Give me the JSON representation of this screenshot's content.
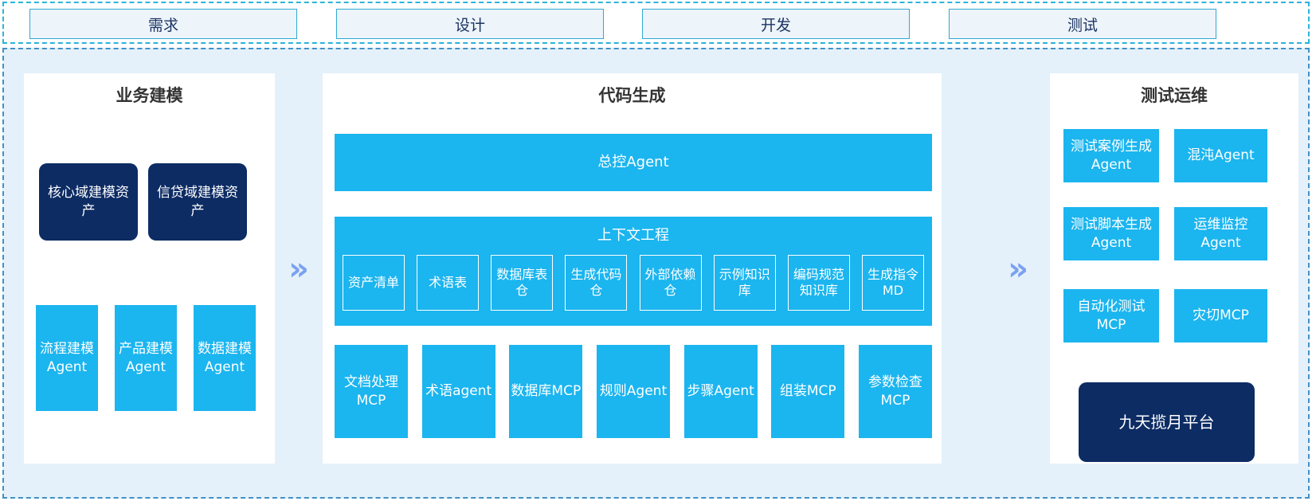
{
  "stages": [
    {
      "label": "需求"
    },
    {
      "label": "设计"
    },
    {
      "label": "开发"
    },
    {
      "label": "测试"
    }
  ],
  "arrow_glyph": "»",
  "colors": {
    "cyan": "#1bb5ef",
    "navy": "#0d2c64",
    "band_background": "#e4f1fa",
    "stage_border": "#2fa9d2",
    "top_band_border": "#2cb3da",
    "main_band_border": "#4291c5",
    "arrow": "#7ba1f0"
  },
  "panels": {
    "business_modeling": {
      "title": "业务建模",
      "asset_boxes": [
        {
          "label": "核心域建模资产"
        },
        {
          "label": "信贷域建模资产"
        }
      ],
      "agent_boxes": [
        {
          "label": "流程建模Agent"
        },
        {
          "label": "产品建模Agent"
        },
        {
          "label": "数据建模Agent"
        }
      ]
    },
    "code_generation": {
      "title": "代码生成",
      "master_agent": "总控Agent",
      "context_engineering": {
        "title": "上下文工程",
        "items": [
          {
            "label": "资产清单"
          },
          {
            "label": "术语表"
          },
          {
            "label": "数据库表仓"
          },
          {
            "label": "生成代码仓"
          },
          {
            "label": "外部依赖仓"
          },
          {
            "label": "示例知识库"
          },
          {
            "label": "编码规范知识库"
          },
          {
            "label": "生成指令MD"
          }
        ]
      },
      "tools": [
        {
          "label": "文档处理MCP"
        },
        {
          "label": "术语agent"
        },
        {
          "label": "数据库MCP"
        },
        {
          "label": "规则Agent"
        },
        {
          "label": "步骤Agent"
        },
        {
          "label": "组装MCP"
        },
        {
          "label": "参数检查MCP"
        }
      ]
    },
    "test_ops": {
      "title": "测试运维",
      "boxes": [
        {
          "label": "测试案例生成Agent"
        },
        {
          "label": "混沌Agent"
        },
        {
          "label": "测试脚本生成Agent"
        },
        {
          "label": "运维监控Agent"
        },
        {
          "label": "自动化测试MCP"
        },
        {
          "label": "灾切MCP"
        }
      ],
      "platform": "九天揽月平台"
    }
  }
}
